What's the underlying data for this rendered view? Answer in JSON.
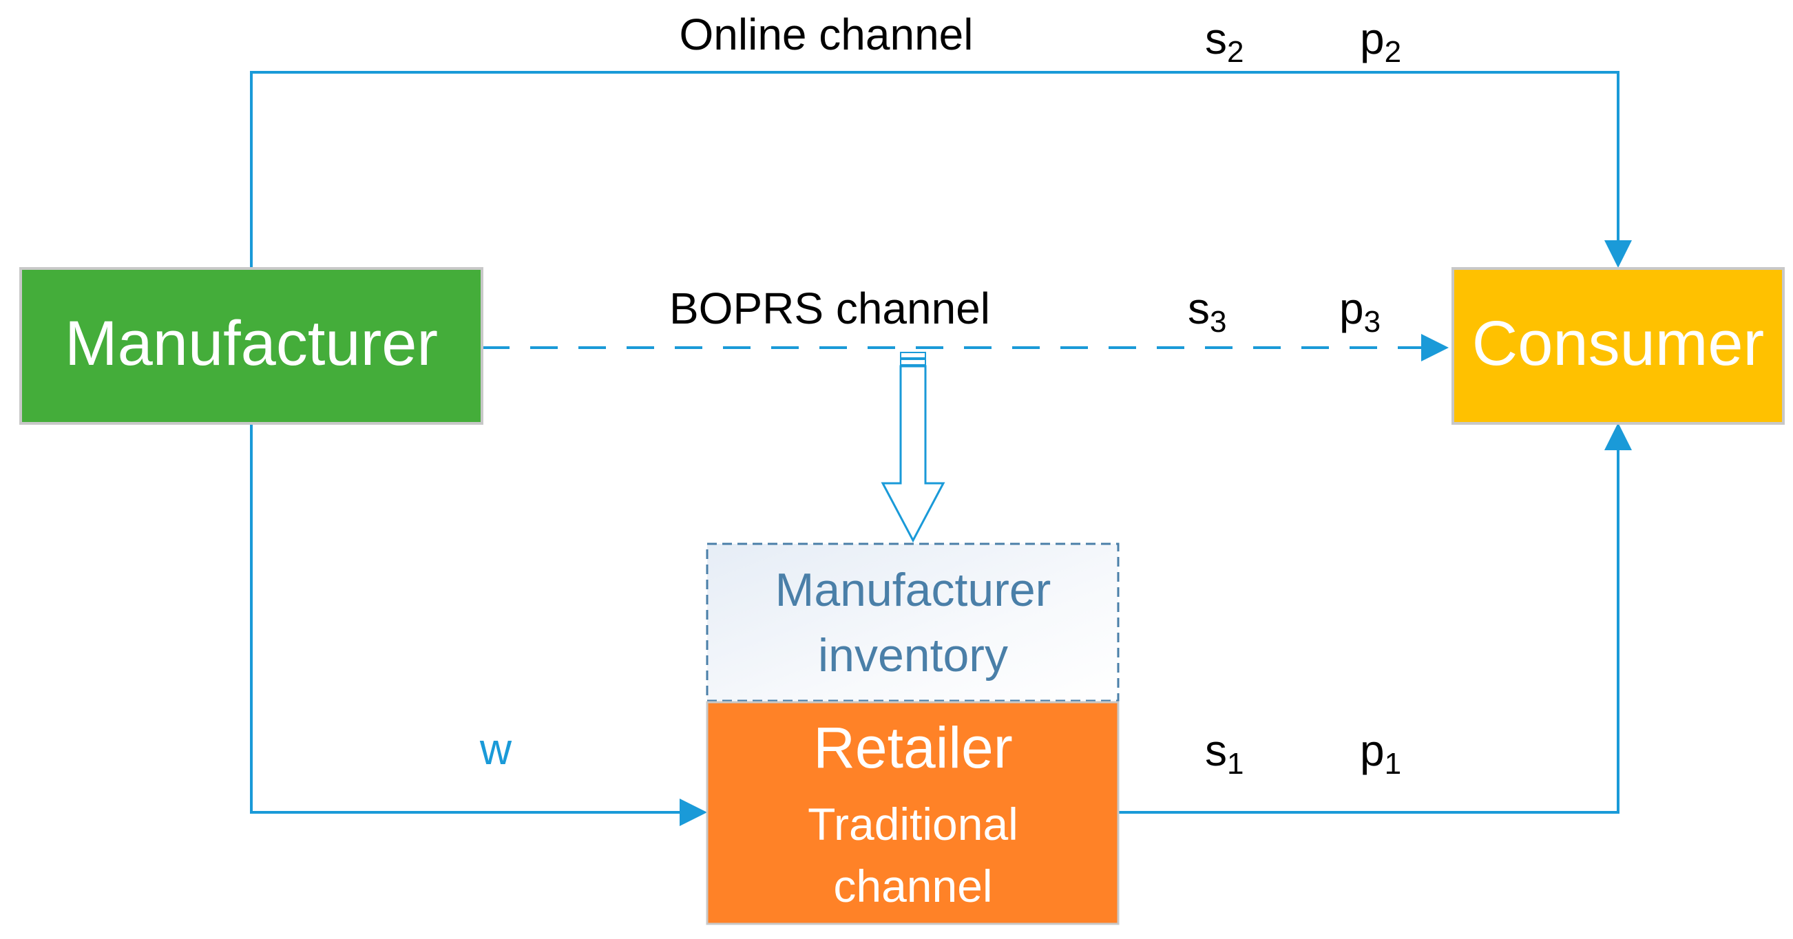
{
  "nodes": {
    "manufacturer": {
      "label": "Manufacturer",
      "color": "#44ad3a"
    },
    "consumer": {
      "label": "Consumer",
      "color": "#ffc100"
    },
    "retailer": {
      "label": "Retailer",
      "sub1": "Traditional",
      "sub2": "channel",
      "color": "#ff8227"
    },
    "inventory": {
      "line1": "Manufacturer",
      "line2": "inventory"
    }
  },
  "channels": {
    "online": {
      "label": "Online channel",
      "s": "s",
      "s_sub": "2",
      "p": "p",
      "p_sub": "2"
    },
    "boprs": {
      "label": "BOPRS  channel",
      "s": "s",
      "s_sub": "3",
      "p": "p",
      "p_sub": "3"
    },
    "traditional": {
      "w": "w",
      "s": "s",
      "s_sub": "1",
      "p": "p",
      "p_sub": "1"
    }
  },
  "colors": {
    "arrow": "#1a9ad8",
    "box_border": "#c8c8c8",
    "inventory_border": "#4a7fa8"
  }
}
